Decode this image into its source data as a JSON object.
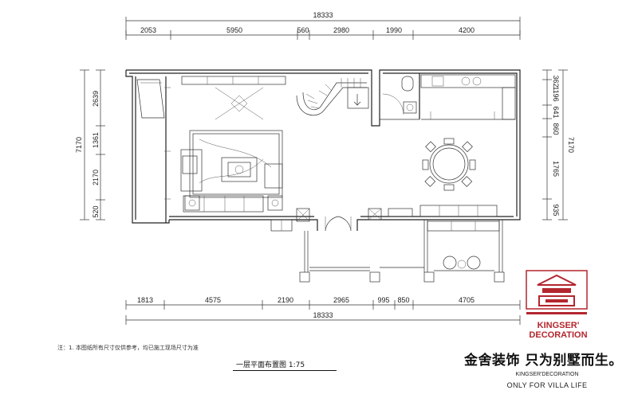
{
  "plan": {
    "overall_width": "18333",
    "top_dims": [
      "2053",
      "5950",
      "560",
      "2980",
      "1990",
      "4200"
    ],
    "bottom_dims": [
      "1813",
      "4575",
      "2190",
      "2965",
      "995",
      "850",
      "4705"
    ],
    "left_total": "7170",
    "left_dims": [
      "2639",
      "1361",
      "2170",
      "520"
    ],
    "right_total": "7170",
    "right_dims": [
      "362",
      "1196",
      "641",
      "860",
      "1765",
      "935"
    ]
  },
  "note": "注：1. 本图纸所有尺寸仅供参考，均已施工现场尺寸为准",
  "title": "一层平面布置图   1:75",
  "brand": {
    "name": "KINGSER'",
    "name_sub": "DECORATION",
    "slogan": "金舍装饰 只为别墅而生。",
    "english": "KINGSER'DECORATION",
    "motto": "ONLY FOR VILLA LIFE",
    "accent_color": "#b3262e"
  }
}
